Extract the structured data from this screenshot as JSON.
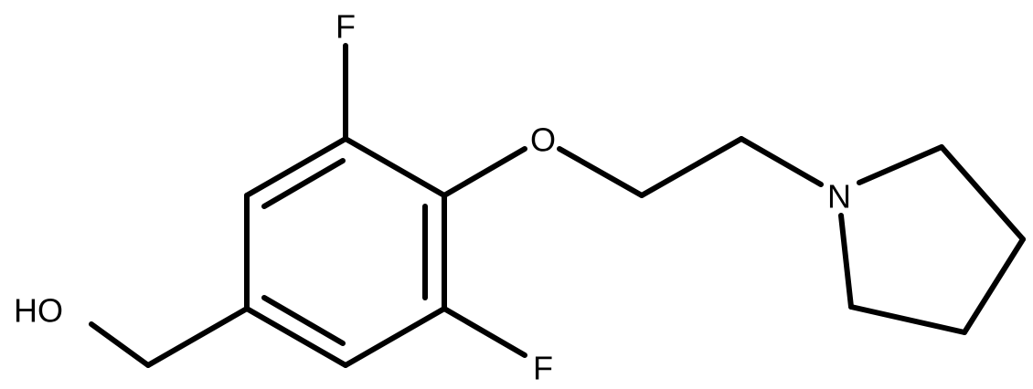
{
  "molecule": {
    "atoms": {
      "F_top": "F",
      "F_bottom": "F",
      "O_ether": "O",
      "N_ring": "N",
      "HO": "HO"
    },
    "colors": {
      "bond": "#000000",
      "label": "#000000",
      "background": "#ffffff"
    }
  }
}
